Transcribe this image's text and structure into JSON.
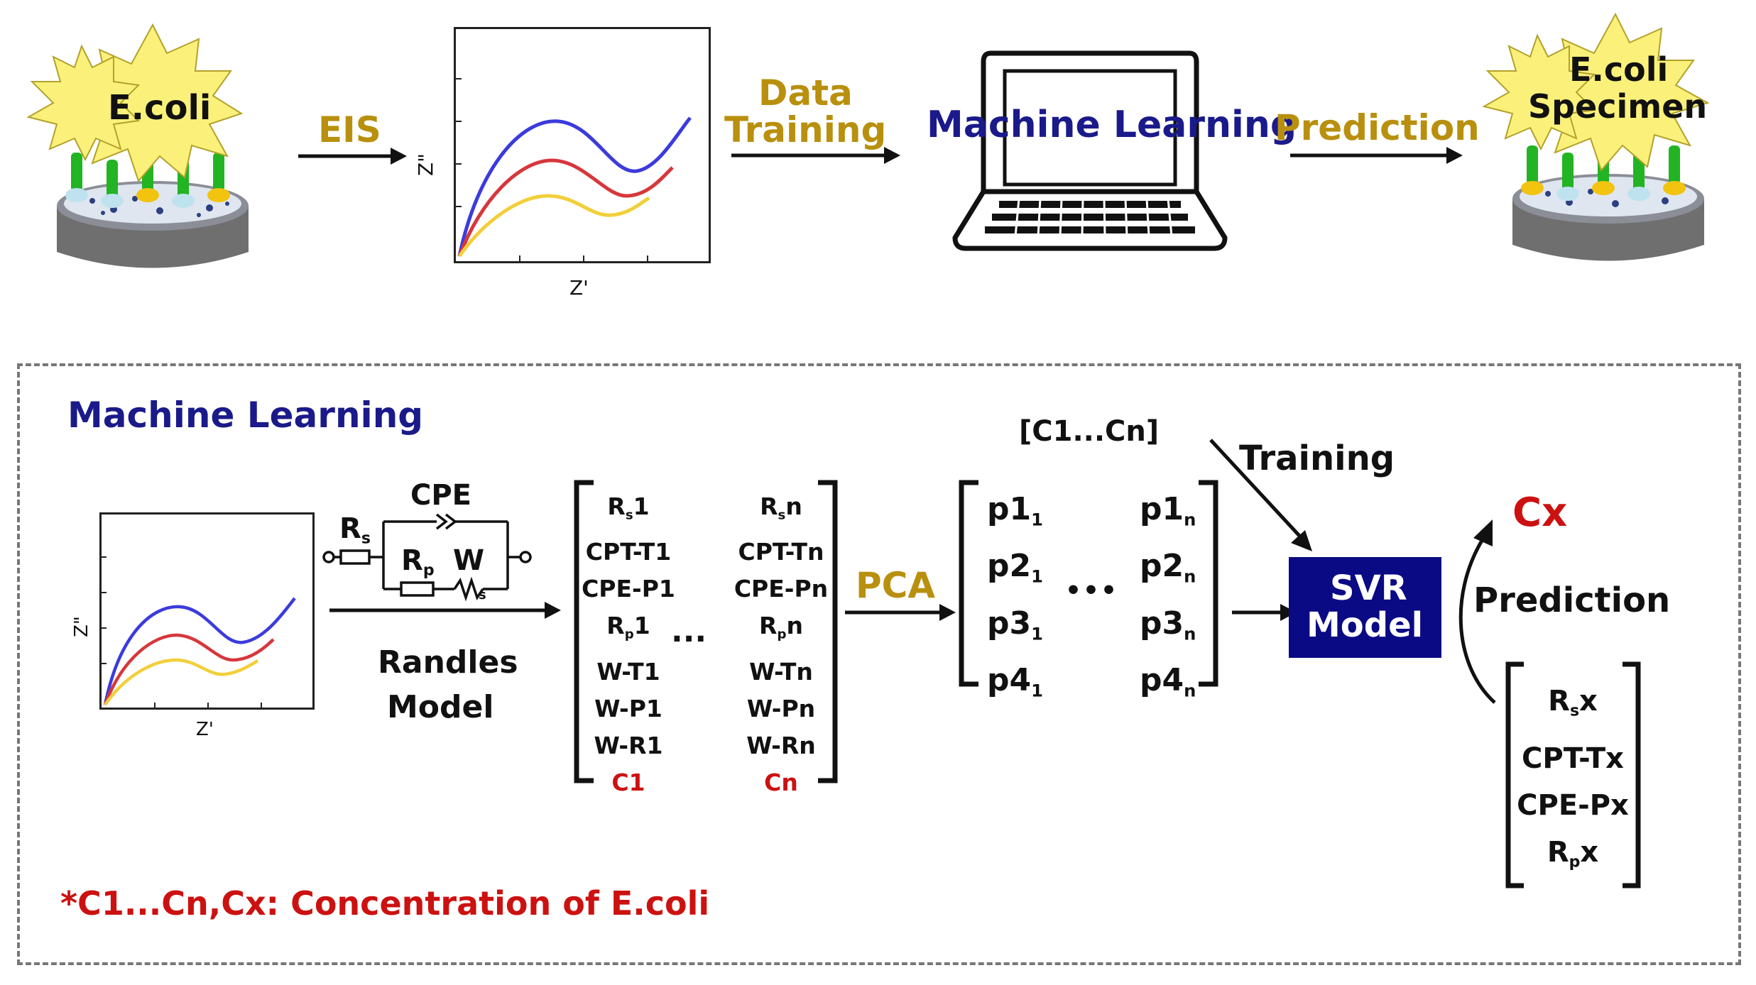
{
  "colors": {
    "gold": "#b8900e",
    "navy": "#1a1a8a",
    "red": "#cc1111",
    "svr_box": "#0a0a85",
    "curve_blue": "#3b3bdc",
    "curve_red": "#d6373c",
    "curve_yellow": "#f2cf3a"
  },
  "top_flow": {
    "ecoli_label": "E.coli",
    "eis_label": "EIS",
    "plot": {
      "y_label": "Z\"",
      "x_label": "Z'"
    },
    "data_training_label": [
      "Data",
      "Training"
    ],
    "machine_learning_label": "Machine Learning",
    "prediction_label": "Prediction",
    "specimen_label": [
      "E.coli",
      "Specimen"
    ]
  },
  "panel": {
    "title": "Machine Learning",
    "plot": {
      "y_label": "Z\"",
      "x_label": "Z'"
    },
    "circuit": {
      "cpe": "CPE",
      "rs": "R",
      "rs_sub": "s",
      "rp": "R",
      "rp_sub": "p",
      "w": "W",
      "ws_sub": "s"
    },
    "randles_label": [
      "Randles",
      "Model"
    ],
    "matrix_first": [
      "R_s1",
      "CPT-T1",
      "CPE-P1",
      "R_p1",
      "W-T1",
      "W-P1",
      "W-R1",
      "C1"
    ],
    "matrix_last": [
      "R_sn",
      "CPT-Tn",
      "CPE-Pn",
      "R_pn",
      "W-Tn",
      "W-Pn",
      "W-Rn",
      "Cn"
    ],
    "ellipsis": "...",
    "pca_label": "PCA",
    "pca_first": [
      "p1",
      "p2",
      "p3",
      "p4"
    ],
    "pca_first_sub": "1",
    "pca_last": [
      "p1",
      "p2",
      "p3",
      "p4"
    ],
    "pca_last_sub": "n",
    "pca_ellipsis": "•••",
    "conc_label": "[C1...Cn]",
    "training_label": "Training",
    "svr_label": [
      "SVR",
      "Model"
    ],
    "cx_label": "Cx",
    "prediction_label": "Prediction",
    "input_vector": [
      "R_sx",
      "CPT-Tx",
      "CPE-Px",
      "R_px"
    ],
    "footnote": "*C1...Cn,Cx: Concentration of E.coli"
  }
}
